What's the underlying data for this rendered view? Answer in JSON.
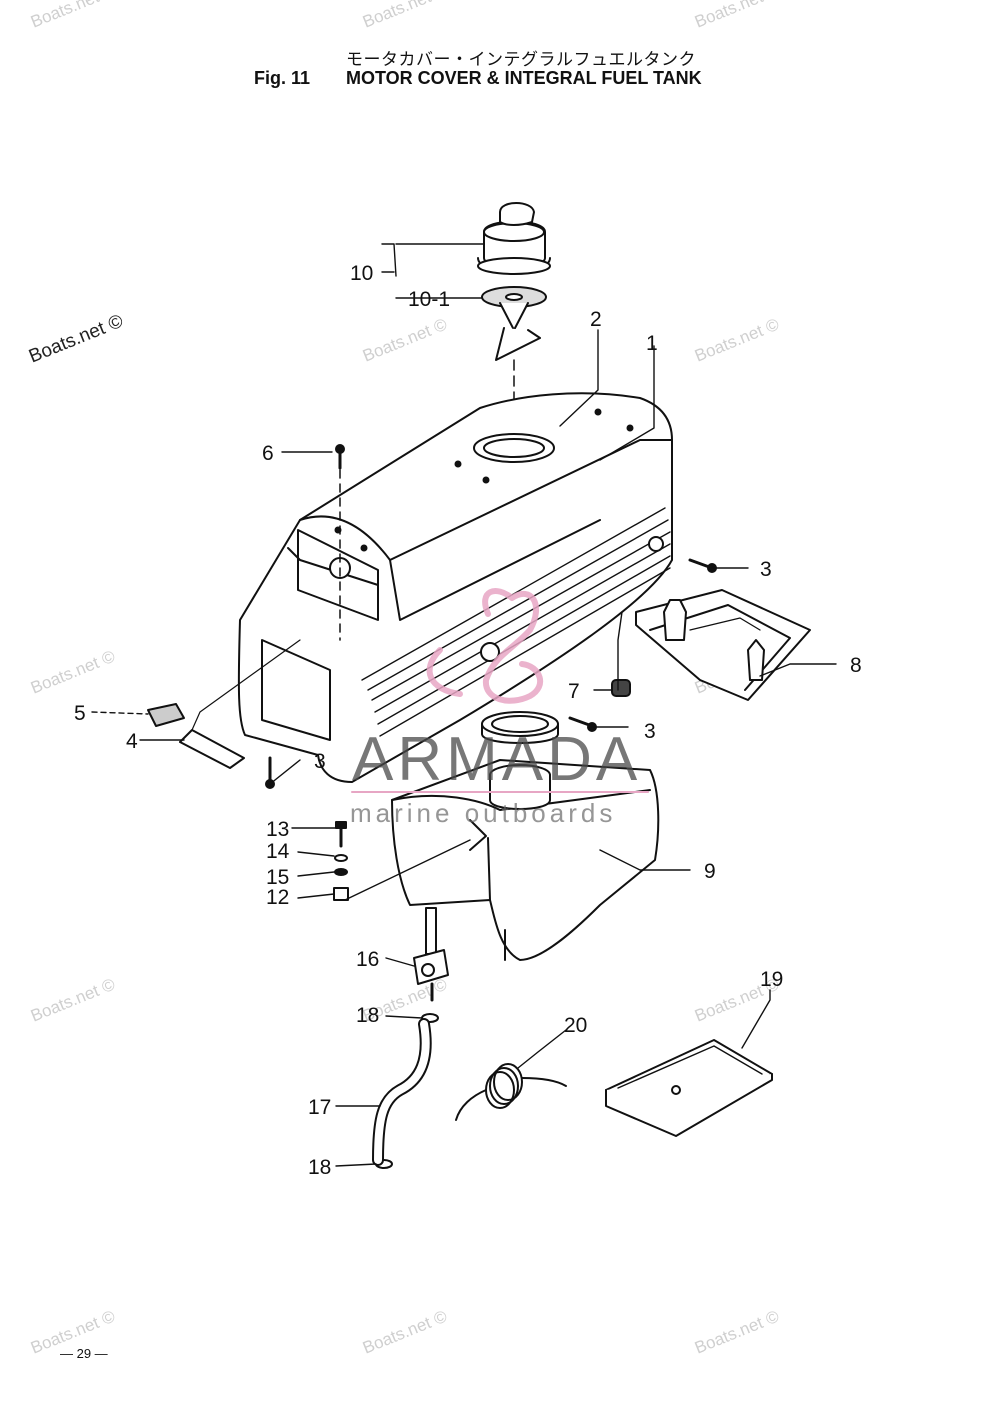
{
  "header": {
    "title_jp": "モータカバー・インテグラルフュエルタンク",
    "fig_label": "Fig. 11",
    "title_en": "MOTOR COVER & INTEGRAL FUEL TANK"
  },
  "watermarks": {
    "boats": "Boats.net ©",
    "boats_dark": "Boats.net ©",
    "brand": "ARMADA",
    "brand_sub": "marine outboards"
  },
  "callouts": [
    {
      "id": "10"
    },
    {
      "id": "10-1"
    },
    {
      "id": "2"
    },
    {
      "id": "1"
    },
    {
      "id": "6"
    },
    {
      "id": "3"
    },
    {
      "id": "8"
    },
    {
      "id": "7"
    },
    {
      "id": "3"
    },
    {
      "id": "5"
    },
    {
      "id": "4"
    },
    {
      "id": "3"
    },
    {
      "id": "13"
    },
    {
      "id": "14"
    },
    {
      "id": "15"
    },
    {
      "id": "12"
    },
    {
      "id": "9"
    },
    {
      "id": "16"
    },
    {
      "id": "18"
    },
    {
      "id": "20"
    },
    {
      "id": "19"
    },
    {
      "id": "17"
    },
    {
      "id": "18"
    }
  ],
  "footer": {
    "page": "— 29 —"
  },
  "colors": {
    "ink": "#111111",
    "watermark": "#cfcfcf",
    "logo_pink": "#e7a6c4"
  }
}
